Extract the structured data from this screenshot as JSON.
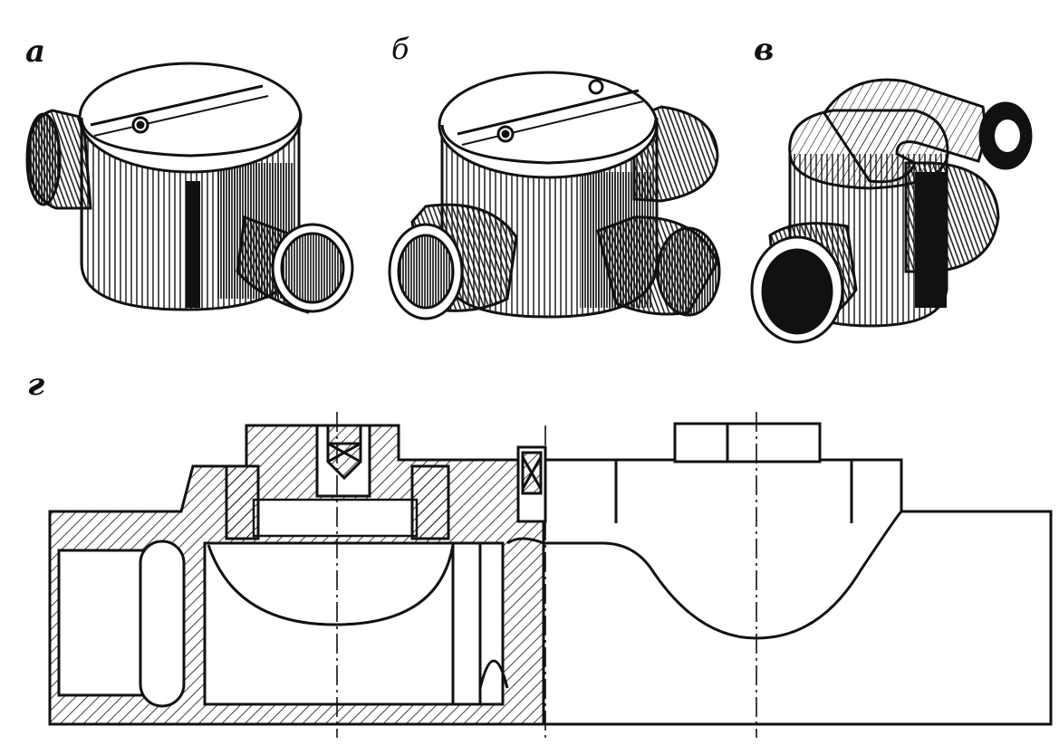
{
  "labels": {
    "a": "а",
    "b": "б",
    "v": "в",
    "g": "г"
  },
  "colors": {
    "ink": "#111111",
    "paper": "#ffffff"
  }
}
